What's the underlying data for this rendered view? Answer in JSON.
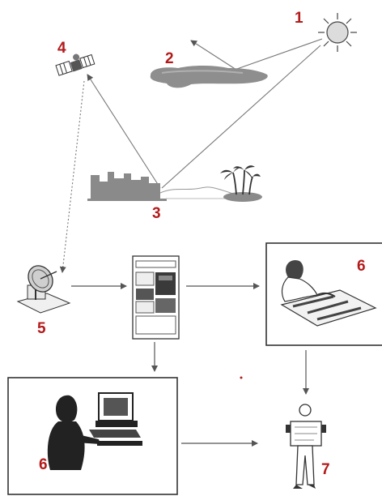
{
  "labels": {
    "sun": "1",
    "cloud": "2",
    "ground_scene": "3",
    "satellite": "4",
    "receiving_station": "5",
    "analyst_map": "6",
    "analyst_computer": "6",
    "end_user": "7"
  },
  "colors": {
    "label": "#b31b1b",
    "line": "#555555",
    "figure": "#3a3a3a",
    "cloud": "#8e8e8e",
    "panel_border": "#333333"
  },
  "icons": [
    "sun-icon",
    "cloud-icon",
    "satellite-icon",
    "city-skyline-icon",
    "palm-island-icon",
    "satellite-dish-icon",
    "computer-rack-icon",
    "map-analyst-icon",
    "computer-analyst-icon",
    "map-reader-icon"
  ]
}
